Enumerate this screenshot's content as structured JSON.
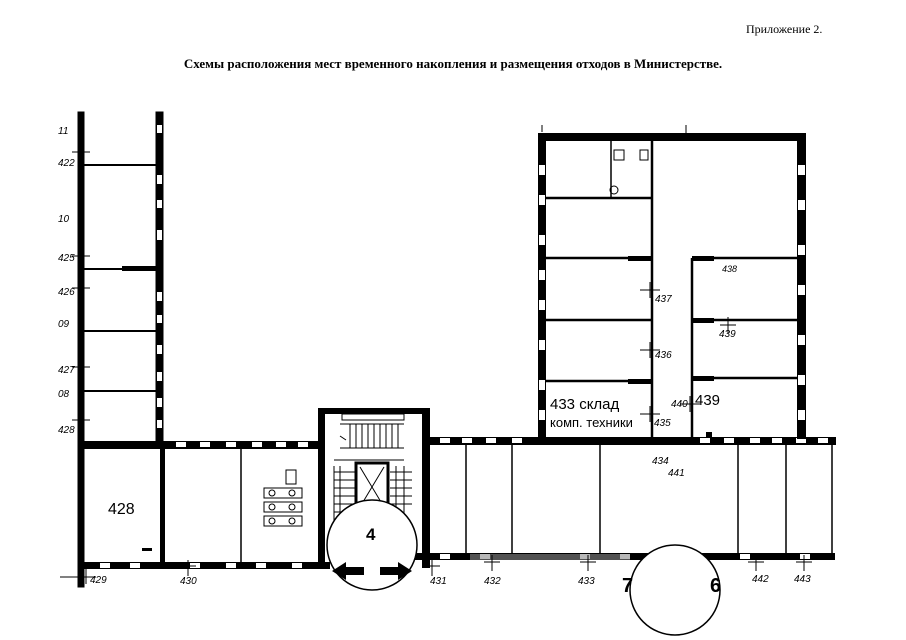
{
  "header": {
    "appendix": "Приложение 2.",
    "title": "Схемы расположения мест временного накопления и размещения отходов в Министерстве."
  },
  "plan": {
    "rooms": {
      "r428": "428",
      "r433": "433 склад",
      "r433_sub": "комп. техники",
      "r439": "439",
      "r439_small": "439",
      "r438": "438"
    },
    "stairs": {
      "s4": "4",
      "s7": "7",
      "s6": "6"
    },
    "left_axis": [
      "11",
      "422",
      "10",
      "425",
      "426",
      "09",
      "427",
      "08",
      "428"
    ],
    "corridor_marks": [
      "437",
      "436",
      "440",
      "435",
      "434",
      "441"
    ],
    "bottom_axis": [
      "429",
      "430",
      "431",
      "432",
      "433",
      "442",
      "443"
    ]
  }
}
